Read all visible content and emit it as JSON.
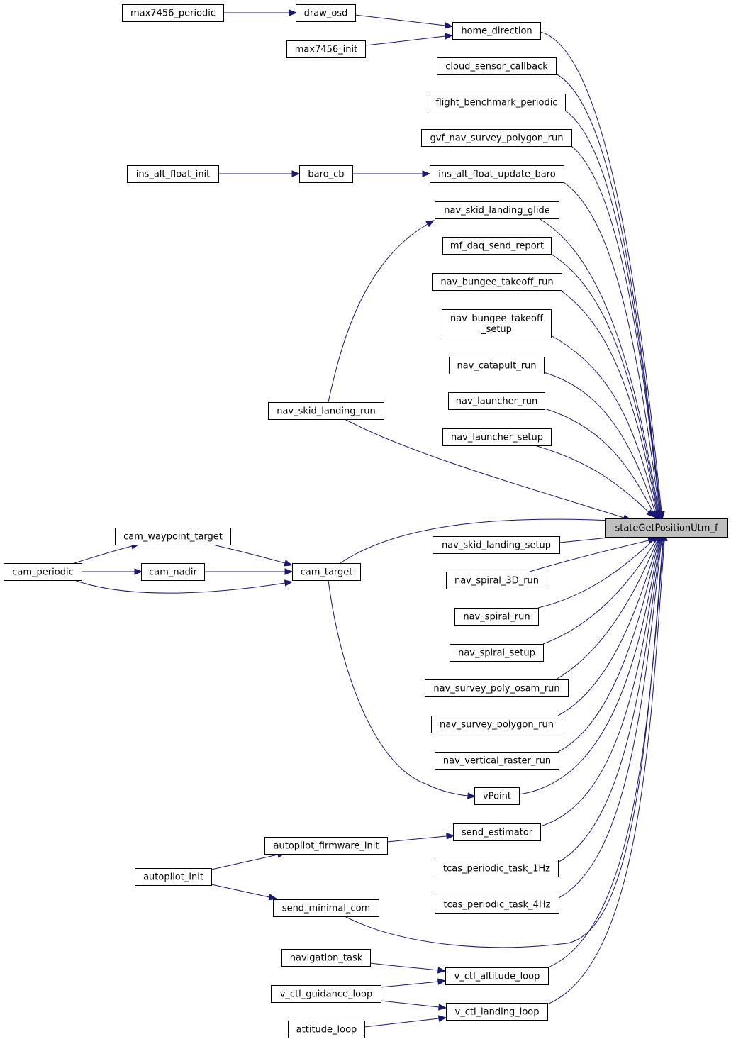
{
  "graph": {
    "target": "stateGetPositionUtm_f",
    "colors": {
      "edge": "#191970",
      "node_border": "#000000",
      "target_fill": "#bfbfbf",
      "background": "#ffffff"
    },
    "nodes": [
      {
        "id": "max7456_periodic",
        "label": "max7456_periodic"
      },
      {
        "id": "draw_osd",
        "label": "draw_osd"
      },
      {
        "id": "home_direction",
        "label": "home_direction"
      },
      {
        "id": "max7456_init",
        "label": "max7456_init"
      },
      {
        "id": "cloud_sensor_callback",
        "label": "cloud_sensor_callback"
      },
      {
        "id": "flight_benchmark_periodic",
        "label": "flight_benchmark_periodic"
      },
      {
        "id": "gvf_nav_survey_polygon_run",
        "label": "gvf_nav_survey_polygon_run"
      },
      {
        "id": "ins_alt_float_init",
        "label": "ins_alt_float_init"
      },
      {
        "id": "baro_cb",
        "label": "baro_cb"
      },
      {
        "id": "ins_alt_float_update_baro",
        "label": "ins_alt_float_update_baro"
      },
      {
        "id": "nav_skid_landing_glide",
        "label": "nav_skid_landing_glide"
      },
      {
        "id": "mf_daq_send_report",
        "label": "mf_daq_send_report"
      },
      {
        "id": "nav_bungee_takeoff_run",
        "label": "nav_bungee_takeoff_run"
      },
      {
        "id": "nav_bungee_takeoff_setup",
        "label": "nav_bungee_takeoff\n_setup"
      },
      {
        "id": "nav_catapult_run",
        "label": "nav_catapult_run"
      },
      {
        "id": "nav_launcher_run",
        "label": "nav_launcher_run"
      },
      {
        "id": "nav_launcher_setup",
        "label": "nav_launcher_setup"
      },
      {
        "id": "nav_skid_landing_run",
        "label": "nav_skid_landing_run"
      },
      {
        "id": "stateGetPositionUtm_f",
        "label": "stateGetPositionUtm_f",
        "highlight": true
      },
      {
        "id": "cam_waypoint_target",
        "label": "cam_waypoint_target"
      },
      {
        "id": "nav_skid_landing_setup",
        "label": "nav_skid_landing_setup"
      },
      {
        "id": "cam_periodic",
        "label": "cam_periodic"
      },
      {
        "id": "cam_nadir",
        "label": "cam_nadir"
      },
      {
        "id": "cam_target",
        "label": "cam_target"
      },
      {
        "id": "nav_spiral_3D_run",
        "label": "nav_spiral_3D_run"
      },
      {
        "id": "nav_spiral_run",
        "label": "nav_spiral_run"
      },
      {
        "id": "nav_spiral_setup",
        "label": "nav_spiral_setup"
      },
      {
        "id": "nav_survey_poly_osam_run",
        "label": "nav_survey_poly_osam_run"
      },
      {
        "id": "nav_survey_polygon_run",
        "label": "nav_survey_polygon_run"
      },
      {
        "id": "nav_vertical_raster_run",
        "label": "nav_vertical_raster_run"
      },
      {
        "id": "vPoint",
        "label": "vPoint"
      },
      {
        "id": "send_estimator",
        "label": "send_estimator"
      },
      {
        "id": "autopilot_firmware_init",
        "label": "autopilot_firmware_init"
      },
      {
        "id": "autopilot_init",
        "label": "autopilot_init"
      },
      {
        "id": "tcas_periodic_task_1Hz",
        "label": "tcas_periodic_task_1Hz"
      },
      {
        "id": "send_minimal_com",
        "label": "send_minimal_com"
      },
      {
        "id": "tcas_periodic_task_4Hz",
        "label": "tcas_periodic_task_4Hz"
      },
      {
        "id": "navigation_task",
        "label": "navigation_task"
      },
      {
        "id": "v_ctl_altitude_loop",
        "label": "v_ctl_altitude_loop"
      },
      {
        "id": "v_ctl_guidance_loop",
        "label": "v_ctl_guidance_loop"
      },
      {
        "id": "v_ctl_landing_loop",
        "label": "v_ctl_landing_loop"
      },
      {
        "id": "attitude_loop",
        "label": "attitude_loop"
      }
    ],
    "edges": [
      [
        "max7456_periodic",
        "draw_osd"
      ],
      [
        "draw_osd",
        "home_direction"
      ],
      [
        "max7456_init",
        "home_direction"
      ],
      [
        "home_direction",
        "stateGetPositionUtm_f"
      ],
      [
        "cloud_sensor_callback",
        "stateGetPositionUtm_f"
      ],
      [
        "flight_benchmark_periodic",
        "stateGetPositionUtm_f"
      ],
      [
        "gvf_nav_survey_polygon_run",
        "stateGetPositionUtm_f"
      ],
      [
        "ins_alt_float_init",
        "baro_cb"
      ],
      [
        "baro_cb",
        "ins_alt_float_update_baro"
      ],
      [
        "ins_alt_float_update_baro",
        "stateGetPositionUtm_f"
      ],
      [
        "nav_skid_landing_glide",
        "stateGetPositionUtm_f"
      ],
      [
        "nav_skid_landing_run",
        "nav_skid_landing_glide"
      ],
      [
        "mf_daq_send_report",
        "stateGetPositionUtm_f"
      ],
      [
        "nav_bungee_takeoff_run",
        "stateGetPositionUtm_f"
      ],
      [
        "nav_bungee_takeoff_setup",
        "stateGetPositionUtm_f"
      ],
      [
        "nav_catapult_run",
        "stateGetPositionUtm_f"
      ],
      [
        "nav_launcher_run",
        "stateGetPositionUtm_f"
      ],
      [
        "nav_launcher_setup",
        "stateGetPositionUtm_f"
      ],
      [
        "nav_skid_landing_run",
        "stateGetPositionUtm_f"
      ],
      [
        "cam_target",
        "stateGetPositionUtm_f"
      ],
      [
        "nav_skid_landing_setup",
        "stateGetPositionUtm_f"
      ],
      [
        "cam_periodic",
        "cam_waypoint_target"
      ],
      [
        "cam_periodic",
        "cam_nadir"
      ],
      [
        "cam_periodic",
        "cam_target"
      ],
      [
        "cam_waypoint_target",
        "cam_target"
      ],
      [
        "cam_nadir",
        "cam_target"
      ],
      [
        "cam_target",
        "vPoint"
      ],
      [
        "nav_spiral_3D_run",
        "stateGetPositionUtm_f"
      ],
      [
        "nav_spiral_run",
        "stateGetPositionUtm_f"
      ],
      [
        "nav_spiral_setup",
        "stateGetPositionUtm_f"
      ],
      [
        "nav_survey_poly_osam_run",
        "stateGetPositionUtm_f"
      ],
      [
        "nav_survey_polygon_run",
        "stateGetPositionUtm_f"
      ],
      [
        "nav_vertical_raster_run",
        "stateGetPositionUtm_f"
      ],
      [
        "vPoint",
        "stateGetPositionUtm_f"
      ],
      [
        "send_estimator",
        "stateGetPositionUtm_f"
      ],
      [
        "autopilot_firmware_init",
        "send_estimator"
      ],
      [
        "autopilot_init",
        "autopilot_firmware_init"
      ],
      [
        "autopilot_init",
        "send_minimal_com"
      ],
      [
        "send_minimal_com",
        "stateGetPositionUtm_f"
      ],
      [
        "tcas_periodic_task_1Hz",
        "stateGetPositionUtm_f"
      ],
      [
        "tcas_periodic_task_4Hz",
        "stateGetPositionUtm_f"
      ],
      [
        "navigation_task",
        "v_ctl_altitude_loop"
      ],
      [
        "v_ctl_guidance_loop",
        "v_ctl_altitude_loop"
      ],
      [
        "v_ctl_guidance_loop",
        "v_ctl_landing_loop"
      ],
      [
        "attitude_loop",
        "v_ctl_landing_loop"
      ],
      [
        "v_ctl_altitude_loop",
        "stateGetPositionUtm_f"
      ],
      [
        "v_ctl_landing_loop",
        "stateGetPositionUtm_f"
      ]
    ]
  }
}
